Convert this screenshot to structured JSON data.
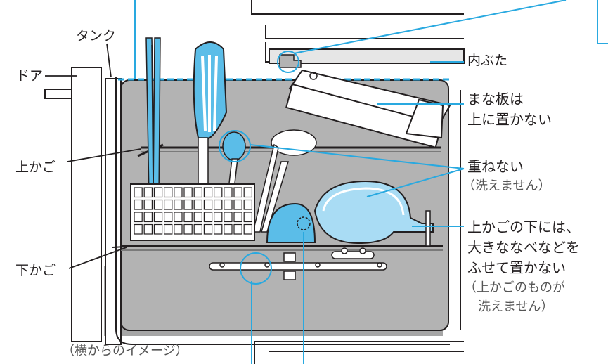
{
  "labels": {
    "tank": "タンク",
    "door": "ドア",
    "upper_basket": "上かご",
    "lower_basket": "下かご",
    "inner_lid": "内ぶた",
    "cutting_board_l1": "まな板は",
    "cutting_board_l2": "上に置かない",
    "no_stack": "重ねない",
    "no_stack_note": "（洗えません）",
    "under_l1": "上かごの下には、",
    "under_l2": "大きななべなどを",
    "under_l3": "ふせて置かない",
    "under_note_l1": "（上かごのものが",
    "under_note_l2": "洗えません）",
    "side_view": "（横からのイメージ）"
  },
  "colors": {
    "callout_line": "#29a9e0",
    "cavity_gray": "#b3b3b3",
    "outer_gray": "#a6a6a6",
    "dish_blue": "#5bbde8",
    "dish_light": "#a9dcf4",
    "outline": "#231f20"
  }
}
